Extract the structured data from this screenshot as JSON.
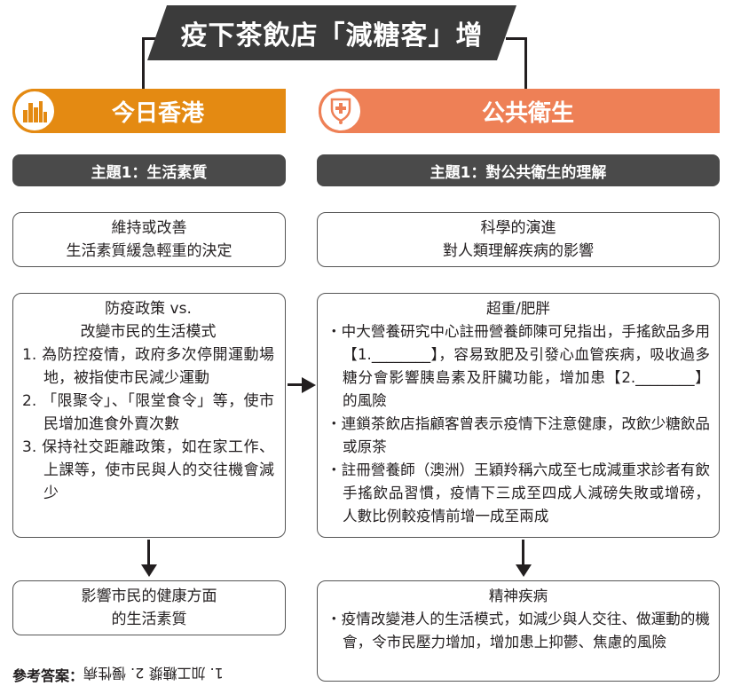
{
  "title": "疫下茶飲店「減糖客」增",
  "left": {
    "category": "今日香港",
    "icon": "city-skyline-icon",
    "theme": "主題1：生活素質",
    "box1": [
      "維持或改善",
      "生活素質緩急輕重的決定"
    ],
    "box2_title": [
      "防疫政策 vs.",
      "改變市民的生活模式"
    ],
    "box2_items": [
      "1. 為防控疫情，政府多次停開運動場地，被指使市民減少運動",
      "2. 「限聚令」、「限堂食令」等，使市民增加進食外賣次數",
      "3. 保持社交距離政策，如在家工作、上課等，使市民與人的交往機會減少"
    ],
    "box3": [
      "影響市民的健康方面",
      "的生活素質"
    ]
  },
  "right": {
    "category": "公共衛生",
    "icon": "stethoscope-shield-icon",
    "theme": "主題1：對公共衛生的理解",
    "box1": [
      "科學的演進",
      "對人類理解疾病的影響"
    ],
    "box2_title": "超重/肥胖",
    "box2_items": [
      "中大營養研究中心註冊營養師陳可兒指出，手搖飲品多用【1.________】，容易致肥及引發心血管疾病，吸收過多糖分會影響胰島素及肝臟功能，增加患【2.________】的風險",
      "連鎖茶飲店指顧客曾表示疫情下注意健康，改飲少糖飲品或原茶",
      "註冊營養師（澳洲）王穎羚稱六成至七成減重求診者有飲手搖飲品習慣，疫情下三成至四成人減磅失敗或增磅，人數比例較疫情前增一成至兩成"
    ],
    "box3_title": "精神疾病",
    "box3_items": [
      "疫情改變港人的生活模式，如減少與人交往、做運動的機會，令市民壓力增加，增加患上抑鬱、焦慮的風險"
    ]
  },
  "answer_label": "參考答案：",
  "answer_text": "1. 加工糖漿  2. 慢性病",
  "colors": {
    "orange": "#e48a12",
    "salmon": "#ee8056",
    "dark": "#4a4a4a"
  }
}
